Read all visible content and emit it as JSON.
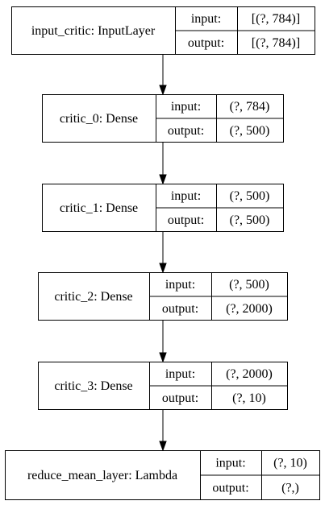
{
  "layers": [
    {
      "name": "input_critic",
      "type": "InputLayer",
      "input": "[(?, 784)]",
      "output": "[(?, 784)]"
    },
    {
      "name": "critic_0",
      "type": "Dense",
      "input": "(?, 784)",
      "output": "(?, 500)"
    },
    {
      "name": "critic_1",
      "type": "Dense",
      "input": "(?, 500)",
      "output": "(?, 500)"
    },
    {
      "name": "critic_2",
      "type": "Dense",
      "input": "(?, 500)",
      "output": "(?, 2000)"
    },
    {
      "name": "critic_3",
      "type": "Dense",
      "input": "(?, 2000)",
      "output": "(?, 10)"
    },
    {
      "name": "reduce_mean_layer",
      "type": "Lambda",
      "input": "(?, 10)",
      "output": "(?,)"
    }
  ],
  "labels": {
    "input": "input:",
    "output": "output:"
  }
}
